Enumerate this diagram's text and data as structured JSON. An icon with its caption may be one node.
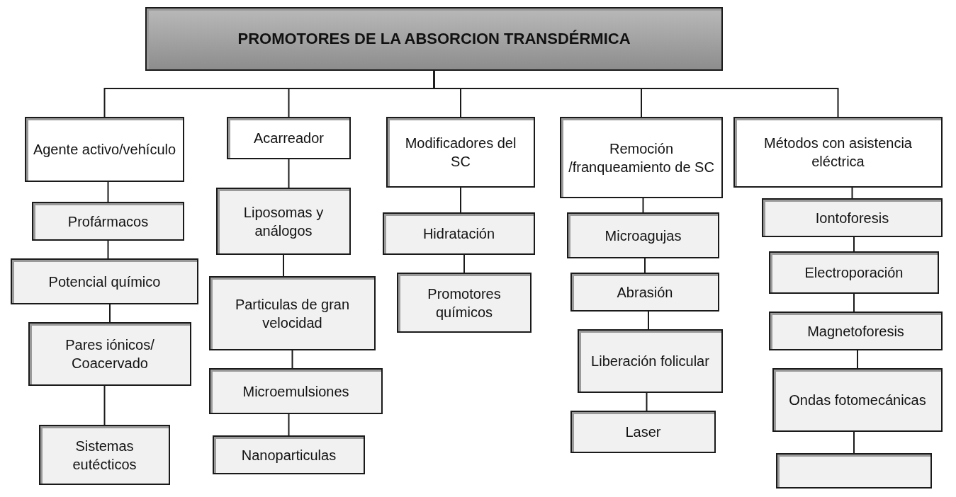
{
  "diagram": {
    "nodes": [
      {
        "text": [
          "PROMOTORES DE LA ABSORCION TRANSDÉRMICA"
        ]
      },
      {
        "text": [
          "Agente activo/vehículo"
        ]
      },
      {
        "text": [
          "Acarreador"
        ]
      },
      {
        "text": [
          "Modificadores del SC"
        ]
      },
      {
        "text": [
          "Remoción /franqueamiento de SC"
        ]
      },
      {
        "text": [
          "Métodos con asistencia eléctrica"
        ]
      },
      {
        "text": [
          "Profármacos"
        ]
      },
      {
        "text": [
          "Potencial químico"
        ]
      },
      {
        "text": [
          "Pares iónicos/ Coacervado"
        ]
      },
      {
        "text": [
          "Sistemas eutécticos"
        ]
      },
      {
        "text": [
          "Liposomas y análogos"
        ]
      },
      {
        "text": [
          "Particulas de gran velocidad"
        ]
      },
      {
        "text": [
          "Microemulsiones"
        ]
      },
      {
        "text": [
          "Nanoparticulas"
        ]
      },
      {
        "text": [
          "Hidratación"
        ]
      },
      {
        "text": [
          "Promotores químicos"
        ]
      },
      {
        "text": [
          "Microagujas"
        ]
      },
      {
        "text": [
          "Abrasión"
        ]
      },
      {
        "text": [
          "Liberación folicular"
        ]
      },
      {
        "text": [
          "Laser"
        ]
      },
      {
        "text": [
          "Iontoforesis"
        ]
      },
      {
        "text": [
          "Electroporación"
        ]
      },
      {
        "text": [
          "Magnetoforesis"
        ]
      },
      {
        "text": [
          "Ondas fotomecánicas"
        ]
      },
      {
        "text": [],
        "shape": "box"
      }
    ],
    "edges": [
      {
        "from": 0,
        "to": 1,
        "arrow": "none"
      },
      {
        "from": 0,
        "to": 2,
        "arrow": "none"
      },
      {
        "from": 0,
        "to": 3,
        "arrow": "none"
      },
      {
        "from": 0,
        "to": 4,
        "arrow": "none"
      },
      {
        "from": 0,
        "to": 5,
        "arrow": "none"
      },
      {
        "from": 1,
        "to": 6,
        "arrow": "none"
      },
      {
        "from": 6,
        "to": 7,
        "arrow": "none"
      },
      {
        "from": 7,
        "to": 8,
        "arrow": "none"
      },
      {
        "from": 8,
        "to": 9,
        "arrow": "none"
      },
      {
        "from": 2,
        "to": 10,
        "arrow": "none"
      },
      {
        "from": 10,
        "to": 11,
        "arrow": "none"
      },
      {
        "from": 11,
        "to": 12,
        "arrow": "none"
      },
      {
        "from": 12,
        "to": 13,
        "arrow": "none"
      },
      {
        "from": 3,
        "to": 14,
        "arrow": "none"
      },
      {
        "from": 14,
        "to": 15,
        "arrow": "none"
      },
      {
        "from": 4,
        "to": 16,
        "arrow": "none"
      },
      {
        "from": 16,
        "to": 17,
        "arrow": "none"
      },
      {
        "from": 17,
        "to": 18,
        "arrow": "none"
      },
      {
        "from": 18,
        "to": 19,
        "arrow": "none"
      },
      {
        "from": 5,
        "to": 20,
        "arrow": "none"
      },
      {
        "from": 20,
        "to": 21,
        "arrow": "none"
      },
      {
        "from": 21,
        "to": 22,
        "arrow": "none"
      },
      {
        "from": 22,
        "to": 23,
        "arrow": "none"
      },
      {
        "from": 23,
        "to": 24,
        "arrow": "none"
      }
    ]
  }
}
